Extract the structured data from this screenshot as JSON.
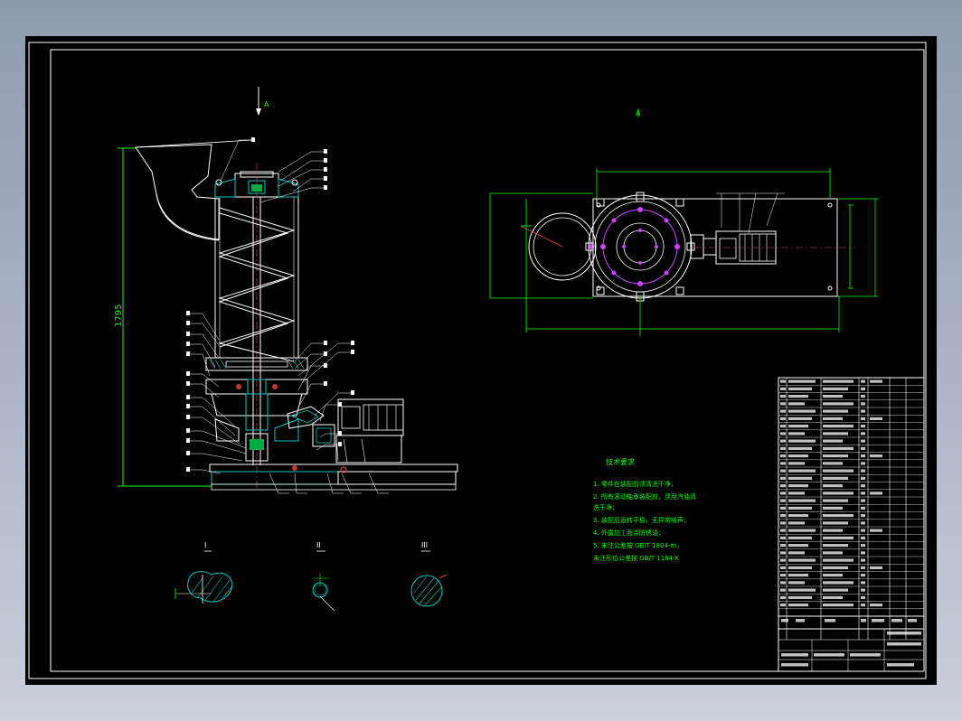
{
  "drawing": {
    "view_label_front": "A",
    "view_label_top": "A",
    "height_dimension": "1795",
    "section_labels": [
      "I",
      "II",
      "III"
    ],
    "tech_req_title": "技术要求",
    "tech_req_lines": [
      "1. 零件在装配前须清洗干净，",
      "2. 所有滚动轴承装配前，须用汽油清",
      "   洗干净；",
      "3. 装配后运转平稳，无异常噪声；",
      "4. 外露加工面涂防锈油；",
      "5. 未注公差按 GB/T 1804-m，",
      "   未注形位公差按 GB/T 1184-K"
    ]
  },
  "colors": {
    "background": "#000000",
    "frame": "#ffffff",
    "part_outline": "#ffffff",
    "section_hatch": "#00c8c8",
    "dimension": "#00ff00",
    "leader": "#ffffff",
    "bolt_hole": "#cc44ff",
    "hidden": "#ff4040",
    "yellow": "#ffff00"
  }
}
